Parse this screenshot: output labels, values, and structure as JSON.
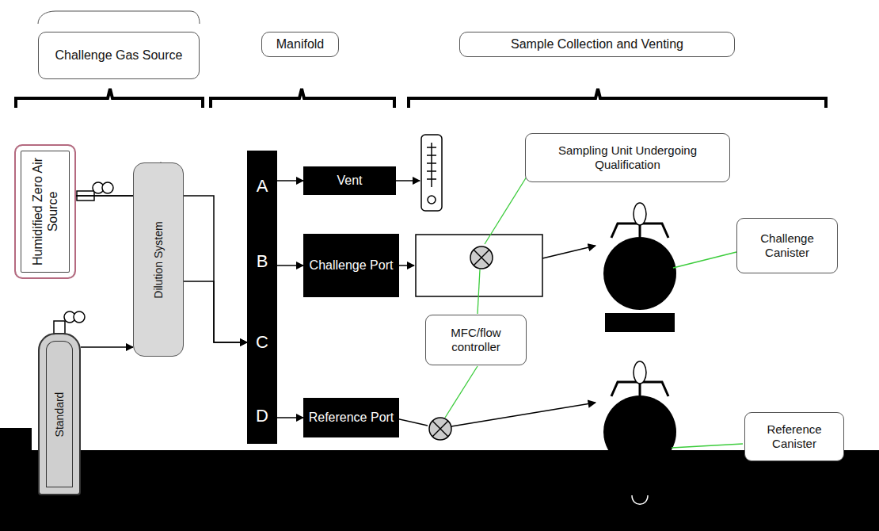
{
  "diagram": {
    "nodes": [
      {
        "text": [
          "Challenge Gas Source"
        ]
      },
      {
        "text": [
          "Manifold"
        ]
      },
      {
        "text": [
          "Sample Collection and Venting"
        ]
      },
      {
        "text": [
          "Humidified Zero Air Source"
        ]
      },
      {
        "text": [
          "Dilution System"
        ]
      },
      {
        "text": [
          "Standard"
        ]
      },
      {
        "text": [
          "A",
          "B",
          "C",
          "D"
        ]
      },
      {
        "text": [
          "Vent"
        ]
      },
      {
        "text": [
          "Challenge Port"
        ]
      },
      {
        "text": [
          "Sampling Unit Undergoing Qualification"
        ]
      },
      {
        "text": [
          "Challenge Canister"
        ]
      },
      {
        "text": [
          "MFC/flow controller"
        ]
      },
      {
        "text": [
          "Reference Port"
        ]
      },
      {
        "text": [
          "Reference Canister"
        ]
      }
    ],
    "edges": [
      {
        "from": 3,
        "to": 4,
        "arrow": "to"
      },
      {
        "from": 3,
        "to": 6,
        "arrow": "to"
      },
      {
        "from": 5,
        "to": 4,
        "arrow": "to"
      },
      {
        "from": 4,
        "to": 6,
        "arrow": "to"
      },
      {
        "from": 6,
        "to": 7,
        "arrow": "to"
      },
      {
        "from": 6,
        "to": 8,
        "arrow": "to"
      },
      {
        "from": 6,
        "to": 12,
        "arrow": "to"
      }
    ]
  }
}
